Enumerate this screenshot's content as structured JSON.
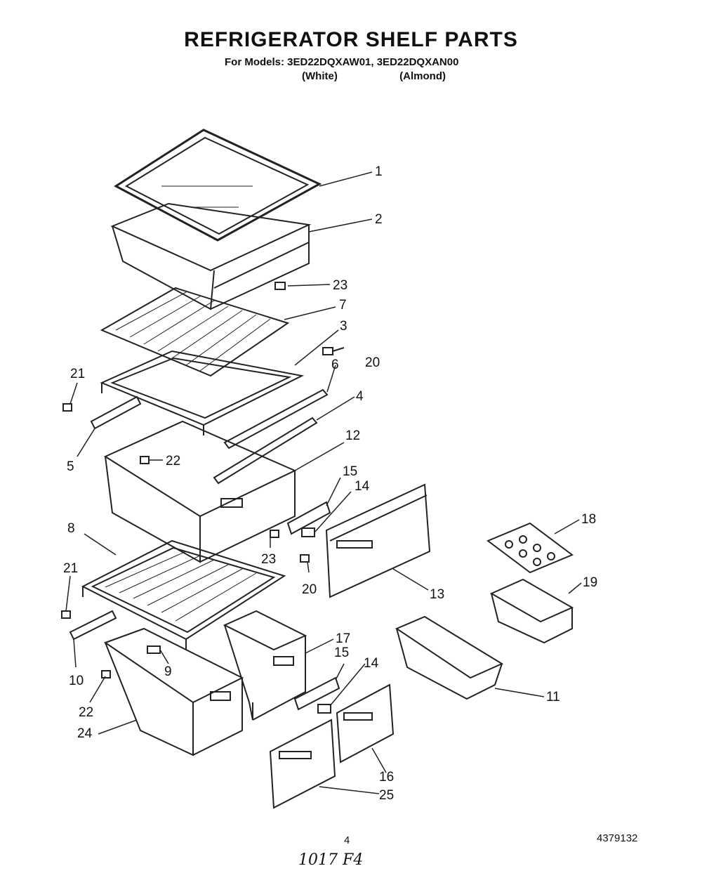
{
  "title": "REFRIGERATOR SHELF PARTS",
  "models_line": "For Models: 3ED22DQXAW01, 3ED22DQXAN00",
  "color_white": "(White)",
  "color_almond": "(Almond)",
  "callouts": {
    "c1": "1",
    "c2": "2",
    "c23a": "23",
    "c7": "7",
    "c3": "3",
    "c20a": "20",
    "c6": "6",
    "c4": "4",
    "c21a": "21",
    "c5": "5",
    "c22a": "22",
    "c12": "12",
    "c15a": "15",
    "c14a": "14",
    "c8": "8",
    "c23b": "23",
    "c20b": "20",
    "c13": "13",
    "c18": "18",
    "c19": "19",
    "c21b": "21",
    "c10": "10",
    "c9": "9",
    "c17": "17",
    "c15b": "15",
    "c14b": "14",
    "c22b": "22",
    "c24": "24",
    "c11": "11",
    "c16": "16",
    "c25": "25"
  },
  "page_number": "4",
  "document_number": "4379132",
  "handwritten_note": "1017 F4"
}
